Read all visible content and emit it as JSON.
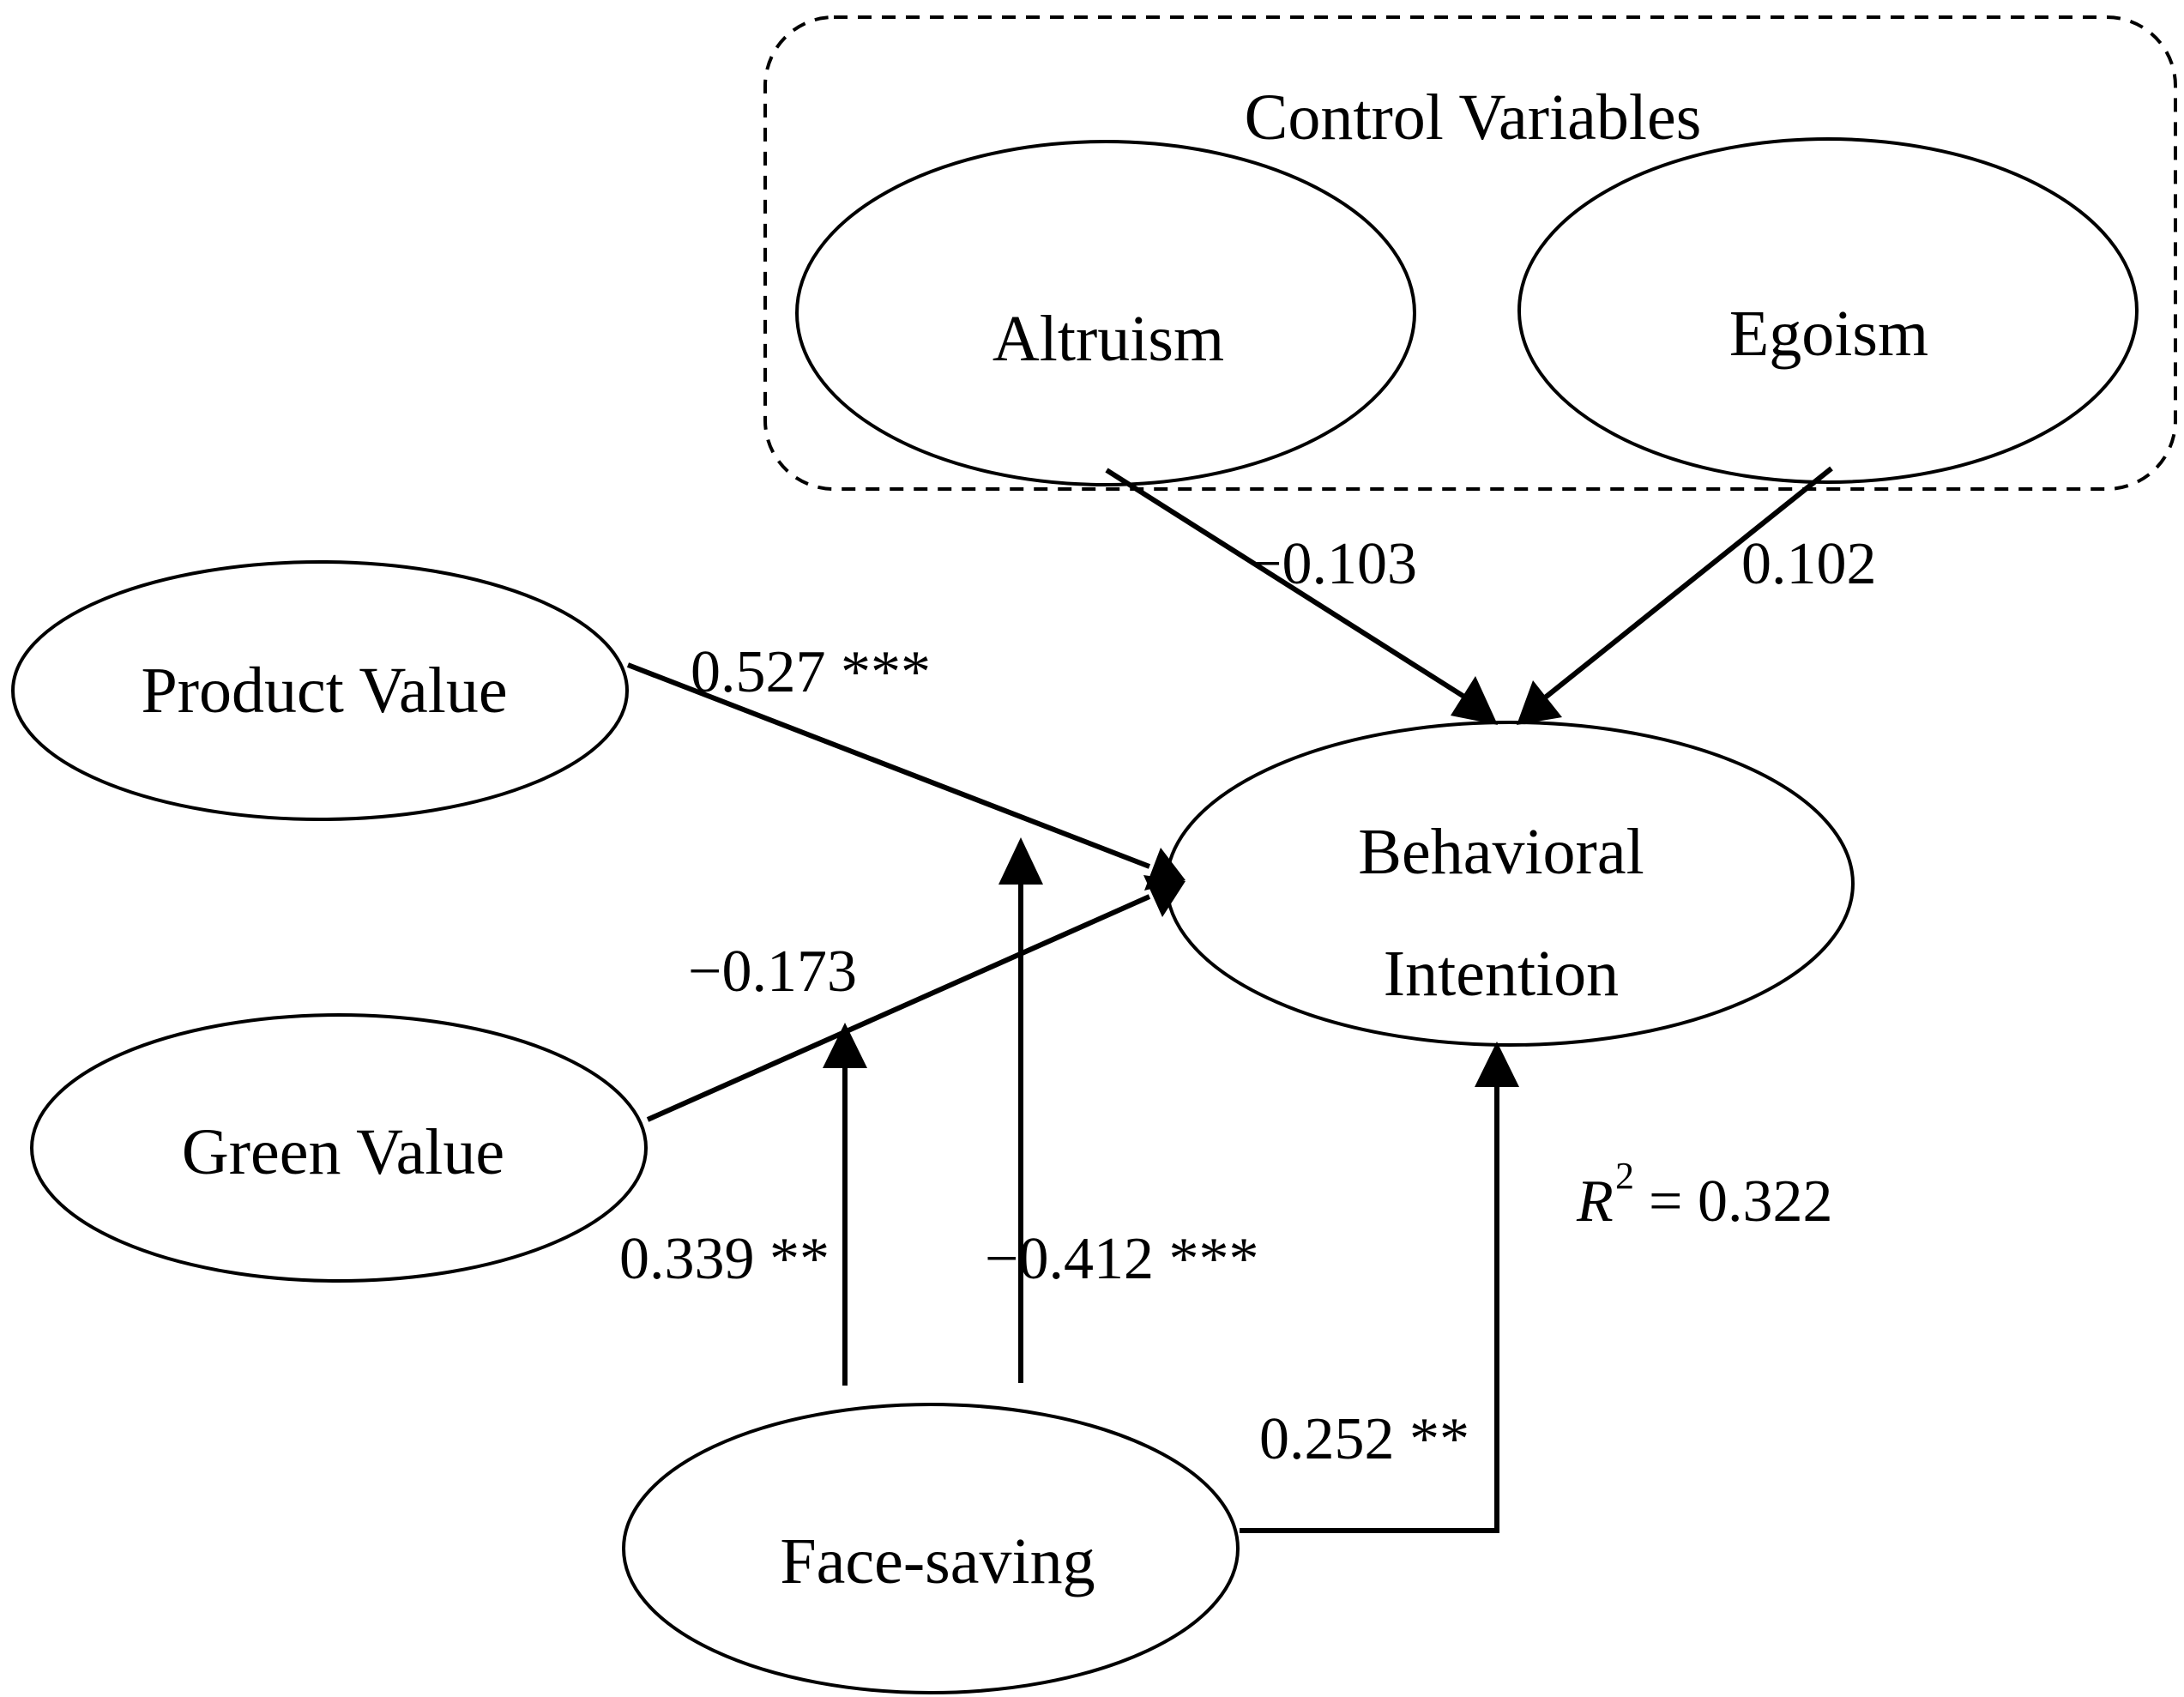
{
  "diagram": {
    "control_group_title": "Control Variables",
    "nodes": {
      "altruism": "Altruism",
      "egoism": "Egoism",
      "product_value": "Product Value",
      "green_value": "Green Value",
      "behavioral_intention_line1": "Behavioral",
      "behavioral_intention_line2": "Intention",
      "face_saving": "Face-saving"
    },
    "paths": {
      "altruism_to_bi": "−0.103",
      "egoism_to_bi": "0.102",
      "product_value_to_bi": "0.527 ***",
      "green_value_to_bi": "−0.173",
      "face_saving_moderates_green": "0.339 **",
      "face_saving_moderates_product": "−0.412 ***",
      "face_saving_to_bi": "0.252 **"
    },
    "r_squared": {
      "symbol": "R",
      "superscript": "2",
      "value": "= 0.322"
    },
    "colors": {
      "stroke": "#000000",
      "background": "#ffffff"
    }
  }
}
